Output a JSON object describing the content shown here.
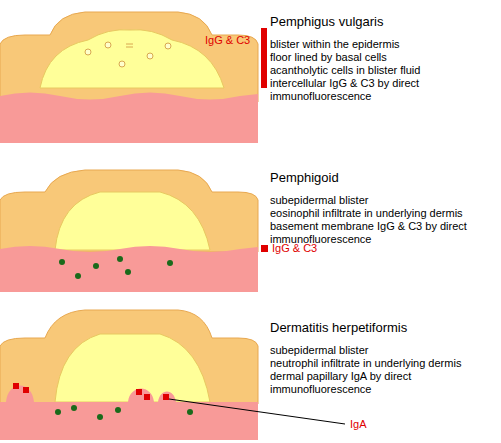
{
  "diagram": {
    "labels": [
      "IgG & C3",
      "Pemphigus vulgaris",
      "blister within the epidermis",
      "floor lined by basal cells",
      "acantholytic cells in blister fluid",
      "intercellular IgG & C3 by direct immunofluorescence",
      "IgG & C3",
      "Pemphigoid",
      "subepidermal blister",
      "eosinophil infiltrate in underlying dermis",
      "basement membrane IgG & C3 by direct immunofluorescence",
      "Dermatitis herpetiformis",
      "subepidermal blister",
      "neutrophil infiltrate in underlying dermis",
      "dermal papillary IgA by direct immunofluorescence",
      "IgA"
    ]
  }
}
